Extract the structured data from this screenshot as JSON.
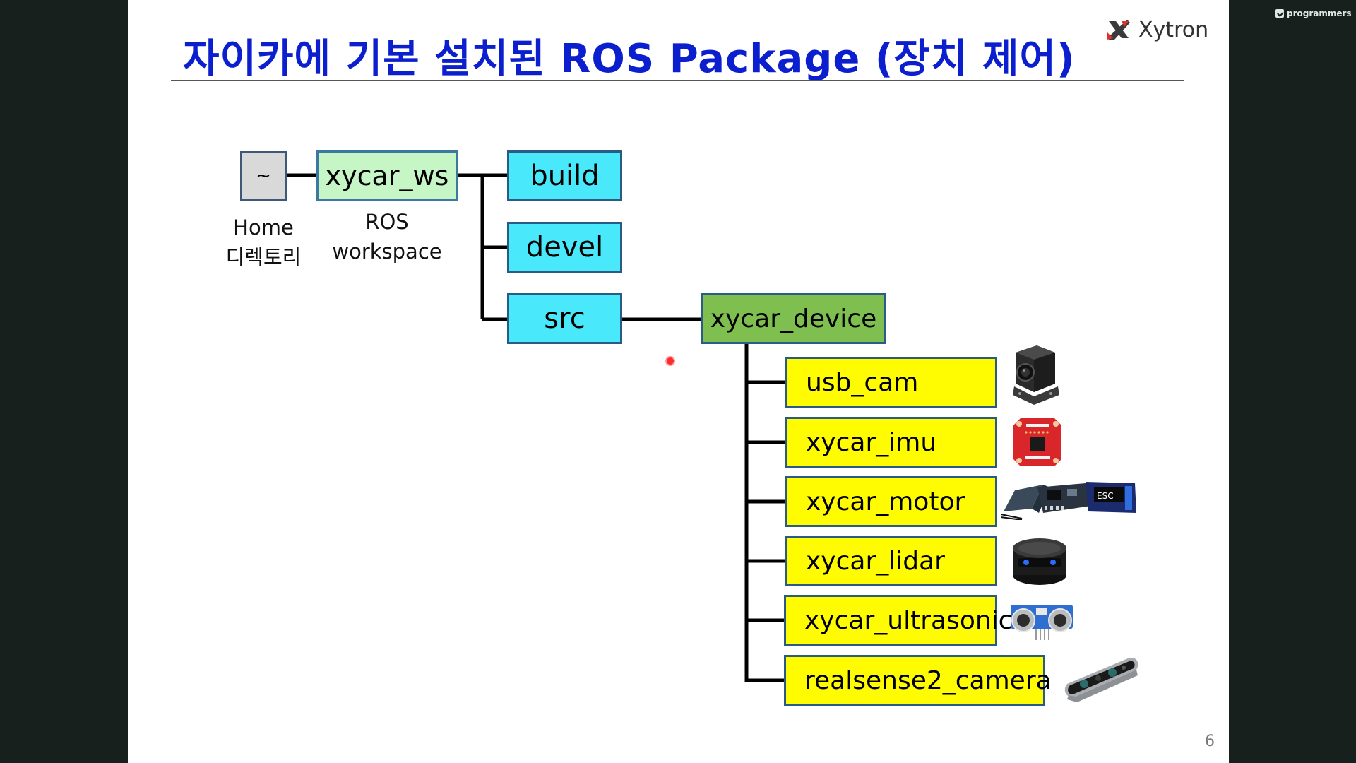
{
  "slide": {
    "title": "자이카에 기본 설치된 ROS Package (장치 제어)",
    "page_number": "6"
  },
  "logo": {
    "name": "Xytron"
  },
  "watermark": {
    "label": "programmers"
  },
  "tree": {
    "root": {
      "label": "~",
      "caption_line1": "Home",
      "caption_line2": "디렉토리"
    },
    "workspace": {
      "label": "xycar_ws",
      "caption_line1": "ROS",
      "caption_line2": "workspace"
    },
    "folders": [
      {
        "label": "build"
      },
      {
        "label": "devel"
      },
      {
        "label": "src"
      }
    ],
    "package": {
      "label": "xycar_device"
    },
    "devices": [
      {
        "label": "usb_cam",
        "icon": "usb-camera-icon"
      },
      {
        "label": "xycar_imu",
        "icon": "imu-board-icon"
      },
      {
        "label": "xycar_motor",
        "icon": "motor-controller-icon"
      },
      {
        "label": "xycar_lidar",
        "icon": "lidar-sensor-icon"
      },
      {
        "label": "xycar_ultrasonic",
        "icon": "ultrasonic-sensor-icon"
      },
      {
        "label": "realsense2_camera",
        "icon": "depth-camera-icon"
      }
    ]
  },
  "colors": {
    "title": "#0b1fcf",
    "root": "#d9d9d9",
    "workspace": "#c6f5c6",
    "folder": "#49e8fb",
    "package": "#7fbf4f",
    "device": "#fffb00"
  }
}
